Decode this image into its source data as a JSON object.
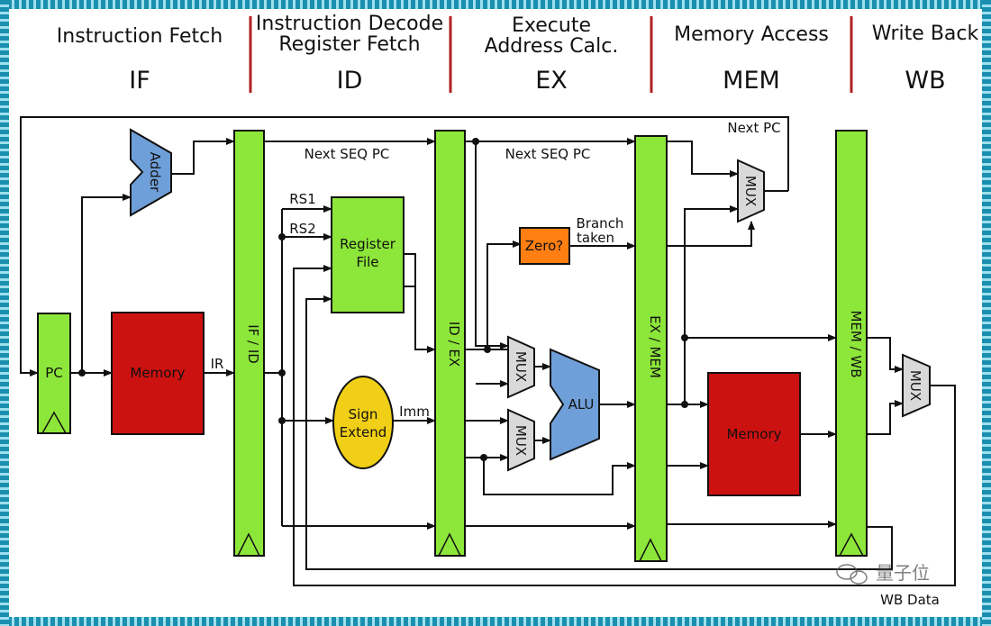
{
  "stages": [
    {
      "title_lines": [
        "Instruction Fetch"
      ],
      "abbr": "IF"
    },
    {
      "title_lines": [
        "Instruction Decode",
        "Register Fetch"
      ],
      "abbr": "ID"
    },
    {
      "title_lines": [
        "Execute",
        "Address Calc."
      ],
      "abbr": "EX"
    },
    {
      "title_lines": [
        "Memory Access"
      ],
      "abbr": "MEM"
    },
    {
      "title_lines": [
        "Write Back"
      ],
      "abbr": "WB"
    }
  ],
  "blocks": {
    "pc": "PC",
    "adder": "Adder",
    "instr_memory": "Memory",
    "register_file": [
      "Register",
      "File"
    ],
    "sign_extend": [
      "Sign",
      "Extend"
    ],
    "zero": "Zero?",
    "alu": "ALU",
    "data_memory": "Memory",
    "mux": "MUX"
  },
  "pipeline_registers": [
    "IF / ID",
    "ID / EX",
    "EX / MEM",
    "MEM / WB"
  ],
  "signals": {
    "ir": "IR",
    "rs1": "RS1",
    "rs2": "RS2",
    "imm": "Imm",
    "next_seq_pc": "Next SEQ PC",
    "next_pc": "Next PC",
    "branch_taken": [
      "Branch",
      "taken"
    ],
    "wb_data": "WB Data"
  },
  "watermark": "量子位",
  "colors": {
    "pipeline_register": "#8de63a",
    "memory": "#cc1111",
    "mux": "#d9d9d9",
    "adder_alu": "#6f9fd8",
    "zero": "#ff7f12",
    "sign_extend": "#f0cf16",
    "divider": "#b22222"
  }
}
